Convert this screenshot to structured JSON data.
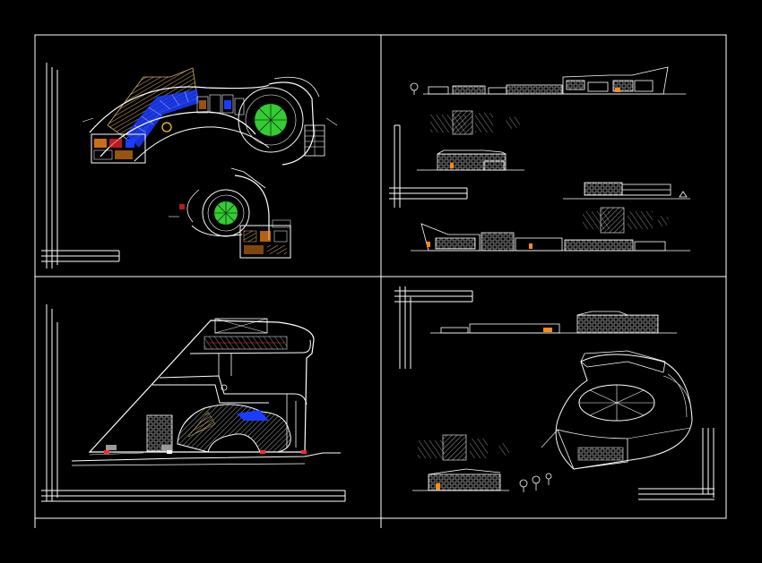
{
  "sheet": {
    "background": "#000000",
    "frame_color": "#ffffff",
    "panels": [
      {
        "id": "floor-plans",
        "quadrant": "top-left"
      },
      {
        "id": "elevations",
        "quadrant": "top-right"
      },
      {
        "id": "site-plan",
        "quadrant": "bottom-left"
      },
      {
        "id": "perspective",
        "quadrant": "bottom-right"
      }
    ]
  },
  "colors": {
    "line": "#ffffff",
    "plaza_green": "#33cc33",
    "seating_blue": "#1a3cff",
    "accent_orange": "#ff8a1a",
    "accent_red": "#ff2a2a",
    "hatch_gray": "#9a9a9a",
    "tan": "#d9b26b"
  },
  "icons": [
    "tree-icon",
    "compass-rose-icon"
  ]
}
